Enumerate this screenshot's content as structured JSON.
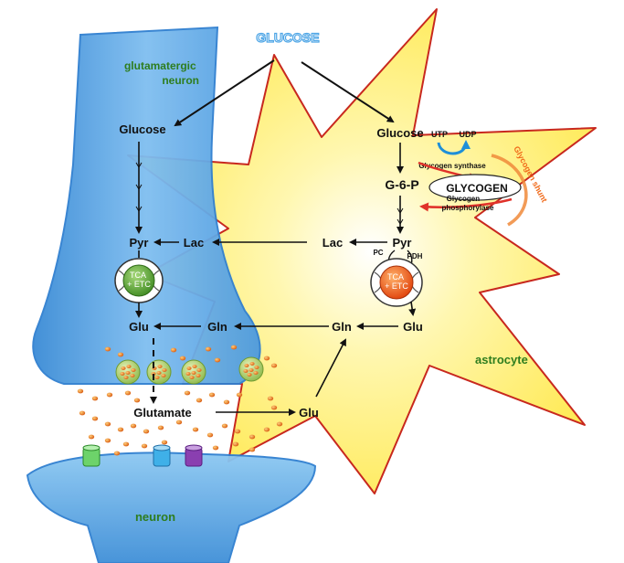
{
  "title": "GLUCOSE",
  "cells": {
    "neuron_top": "glutamatergic neuron",
    "neuron_top_line1": "glutamatergic",
    "neuron_top_line2": "neuron",
    "astrocyte": "astrocyte",
    "neuron_bottom": "neuron"
  },
  "neuron_metabolites": {
    "glucose": "Glucose",
    "pyr": "Pyr",
    "lac": "Lac",
    "glu": "Glu",
    "gln": "Gln",
    "glutamate": "Glutamate"
  },
  "astrocyte_metabolites": {
    "glucose": "Glucose",
    "g6p": "G-6-P",
    "glycogen": "GLYCOGEN",
    "lac": "Lac",
    "pyr": "Pyr",
    "gln": "Gln",
    "glu_mito": "Glu",
    "glu_uptake": "Glu"
  },
  "enzymes": {
    "utp": "UTP",
    "udp": "UDP",
    "glycogen_synthase": "Glycogen synthase",
    "glycogen_phosphorylase_line1": "Glycogen",
    "glycogen_phosphorylase_line2": "phosphorylase",
    "pc": "PC",
    "pdh": "PDH"
  },
  "shunt_label": "Glycogen shunt",
  "mitochondria": {
    "neuron_line1": "TCA",
    "neuron_line2": "+ ETC",
    "astro_line1": "TCA",
    "astro_line2": "+ ETC"
  },
  "colors": {
    "neuron_blue": "#5aa3e0",
    "astrocyte_yellow": "#ffe84a",
    "astrocyte_outline": "#c8281e",
    "label_green": "#2e7d1e",
    "title_blue": "#7cc0ee",
    "vesicle_green": "#b9d87a",
    "glutamate_orange": "#e8701a",
    "tca_neuron_green": "#5fa536",
    "tca_astro_orange": "#ef5a12",
    "receptor_green": "#6dd36a",
    "receptor_blue": "#3fb0e8",
    "receptor_purple": "#8a3fb0"
  }
}
